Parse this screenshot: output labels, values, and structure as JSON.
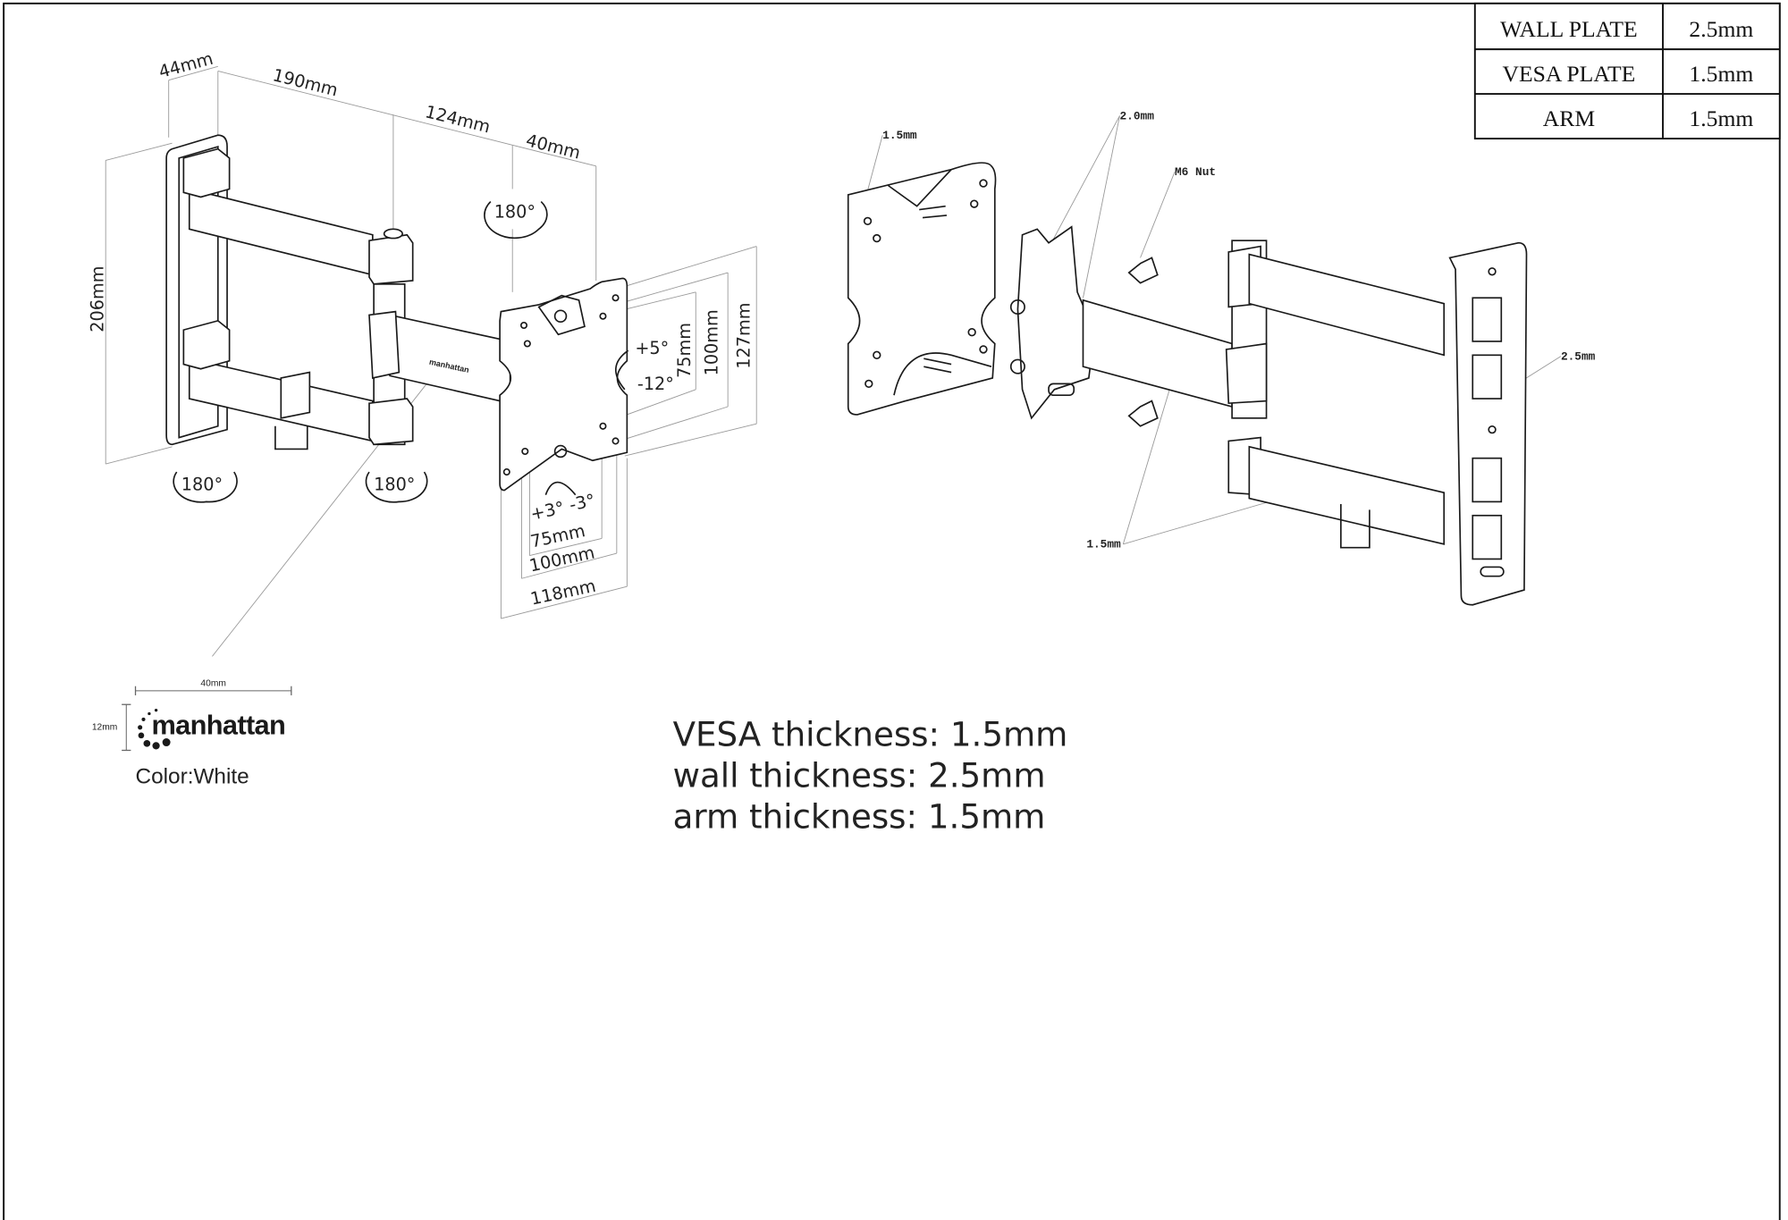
{
  "spec_table": [
    {
      "part": "WALL PLATE",
      "thickness": "2.5mm"
    },
    {
      "part": "VESA PLATE",
      "thickness": "1.5mm"
    },
    {
      "part": "ARM",
      "thickness": "1.5mm"
    }
  ],
  "dimensions": {
    "depth_plate": "44mm",
    "arm1": "190mm",
    "arm2": "124mm",
    "head": "40mm",
    "height": "206mm",
    "swivel_top": "180°",
    "swivel_wall": "180°",
    "swivel_mid": "180°",
    "tilt_up": "+5°",
    "tilt_down": "-12°",
    "vesa_v75": "75mm",
    "vesa_v100": "100mm",
    "plate_h": "127mm",
    "rot_plus": "+3°",
    "rot_minus": "-3°",
    "vesa_h75": "75mm",
    "vesa_h100": "100mm",
    "plate_w": "118mm"
  },
  "logo": {
    "width_dim": "40mm",
    "height_dim": "12mm",
    "brand": "manhattan",
    "color_label": "Color:White"
  },
  "exploded_labels": {
    "vesa_plate": "1.5mm",
    "bracket": "2.0mm",
    "nut": "M6 Nut",
    "wall_plate": "2.5mm",
    "arm": "1.5mm"
  },
  "notes": [
    "VESA thickness: 1.5mm",
    "wall thickness: 2.5mm",
    "arm thickness: 1.5mm"
  ]
}
